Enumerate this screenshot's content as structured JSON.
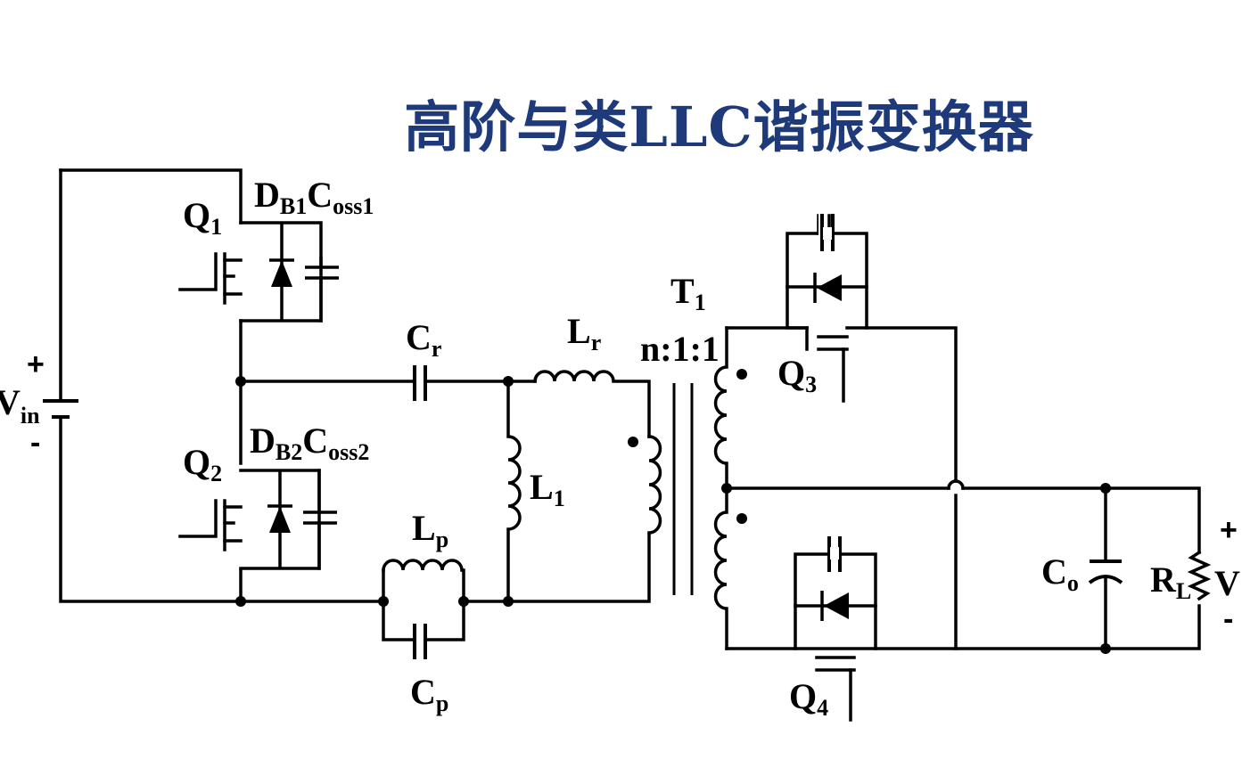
{
  "title": "高阶与类LLC谐振变换器",
  "labels": {
    "vin_main": "V",
    "vin_sub": "in",
    "vin_plus": "+",
    "vin_minus": "-",
    "q1_main": "Q",
    "q1_sub": "1",
    "db1_main": "D",
    "db1_sub": "B1",
    "coss1_main": "C",
    "coss1_sub": "oss1",
    "q2_main": "Q",
    "q2_sub": "2",
    "db2_main": "D",
    "db2_sub": "B2",
    "coss2_main": "C",
    "coss2_sub": "oss2",
    "cr_main": "C",
    "cr_sub": "r",
    "lr_main": "L",
    "lr_sub": "r",
    "l1_main": "L",
    "l1_sub": "1",
    "lp_main": "L",
    "lp_sub": "p",
    "cp_main": "C",
    "cp_sub": "p",
    "t1_main": "T",
    "t1_sub": "1",
    "ratio": "n:1:1",
    "q3_main": "Q",
    "q3_sub": "3",
    "q4_main": "Q",
    "q4_sub": "4",
    "co_main": "C",
    "co_sub": "o",
    "rl_main": "R",
    "rl_sub": "L",
    "vo_main": "V",
    "vo_plus": "+",
    "vo_minus": "-"
  }
}
